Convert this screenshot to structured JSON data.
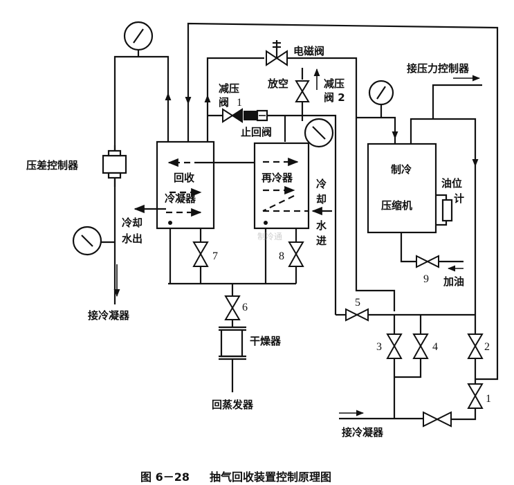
{
  "caption": {
    "figure_no": "图 6－28",
    "title": "抽气回收装置控制原理图"
  },
  "labels": {
    "diff_pressure_controller": "压差控制器",
    "cooling_water_out_1": "冷却",
    "cooling_water_out_2": "水出",
    "to_condenser_left": "接冷凝器",
    "solenoid_valve": "电磁阀",
    "vent": "放空",
    "pressure_reducer_1_a": "减压",
    "pressure_reducer_1_b": "阀",
    "pressure_reducer_1_num": "1",
    "pressure_reducer_2_a": "减压",
    "pressure_reducer_2_b": "阀 2",
    "check_valve": "止回阀",
    "recovery_condenser_1": "回收",
    "recovery_condenser_2": "冷凝器",
    "subcooler": "再冷器",
    "cooling_water_in_1": "冷",
    "cooling_water_in_2": "却",
    "cooling_water_in_3": "水",
    "cooling_water_in_4": "进",
    "to_pressure_controller": "接压力控制器",
    "compressor_1": "制冷",
    "compressor_2": "压缩机",
    "oil_level_1": "油位",
    "oil_level_2": "计",
    "add_oil": "加油",
    "dryer": "干燥器",
    "to_evaporator": "回蒸发器",
    "to_condenser_bottom": "接冷凝器",
    "watermark": "制冷通"
  },
  "valves": {
    "v1": "1",
    "v2": "2",
    "v3": "3",
    "v4": "4",
    "v5": "5",
    "v6": "6",
    "v7": "7",
    "v8": "8",
    "v9": "9"
  }
}
